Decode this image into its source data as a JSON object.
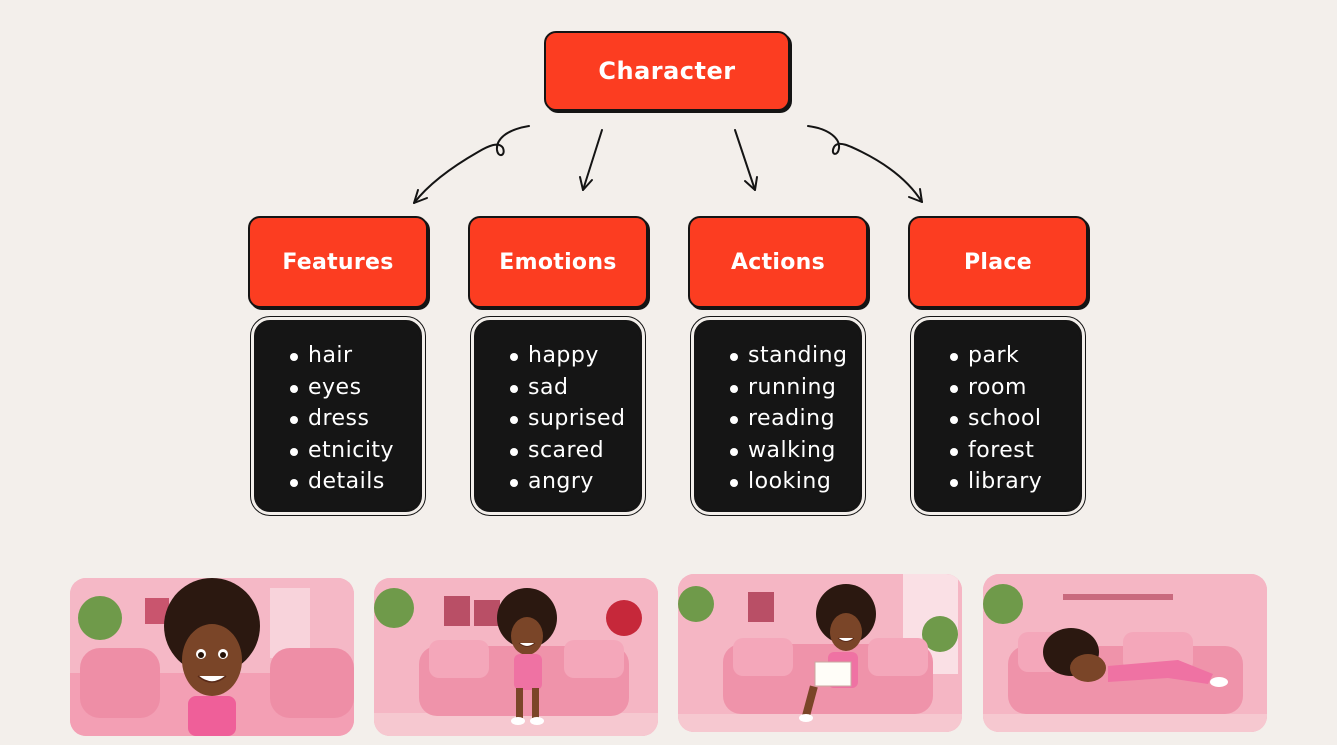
{
  "diagram": {
    "root": {
      "label": "Character"
    },
    "categories": [
      {
        "label": "Features",
        "items": [
          "hair",
          "eyes",
          "dress",
          "etnicity",
          "details"
        ]
      },
      {
        "label": "Emotions",
        "items": [
          "happy",
          "sad",
          "suprised",
          "scared",
          "angry"
        ]
      },
      {
        "label": "Actions",
        "items": [
          "standing",
          "running",
          "reading",
          "walking",
          "looking"
        ]
      },
      {
        "label": "Place",
        "items": [
          "park",
          "room",
          "school",
          "forest",
          "library"
        ]
      }
    ]
  },
  "colors": {
    "accent": "#fc3d21",
    "box_dark": "#151515",
    "background": "#f3efeb",
    "room_pink": "#f4b3c2",
    "sofa_pink": "#f29ab0"
  },
  "illustrations": [
    {
      "icon": "girl-portrait-on-sofa-image"
    },
    {
      "icon": "girl-sitting-on-sofa-image"
    },
    {
      "icon": "girl-reading-on-sofa-image"
    },
    {
      "icon": "girl-lying-on-sofa-image"
    }
  ]
}
